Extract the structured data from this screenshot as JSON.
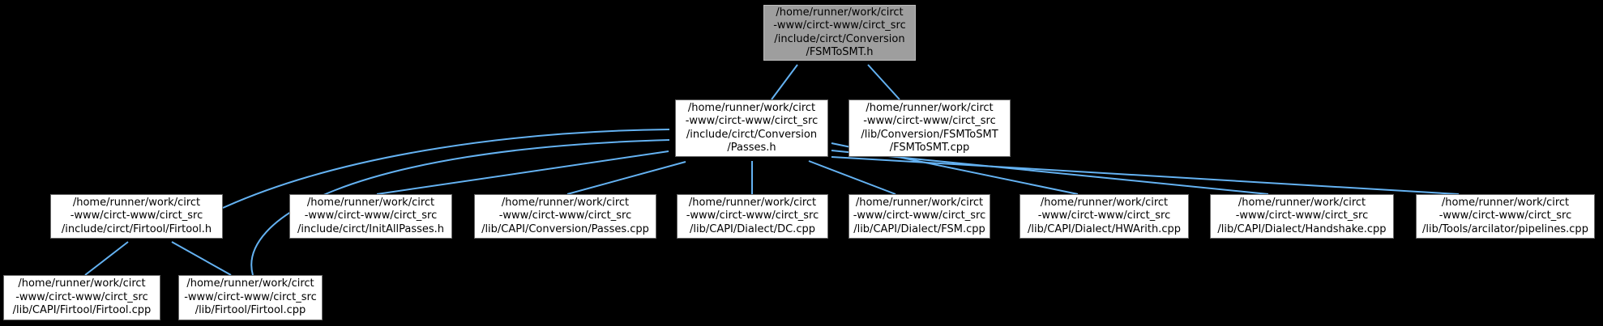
{
  "diagram": {
    "title": "FSMToSMT.h included-by dependency graph",
    "type": "include-dependency-graph",
    "root_id": "fsmtosmt_h",
    "colors": {
      "background": "#000000",
      "edge": "#64b2f2",
      "node_fill": "#ffffff",
      "node_border": "#696969",
      "root_fill": "#9e9e9e",
      "root_border": "#bdbdbd",
      "text": "#000000"
    },
    "nodes": [
      {
        "id": "fsmtosmt_h",
        "root": true,
        "lines": [
          "/home/runner/work/circt",
          "-www/circt-www/circt_src",
          "/include/circt/Conversion",
          "/FSMToSMT.h"
        ]
      },
      {
        "id": "passes_h",
        "root": false,
        "lines": [
          "/home/runner/work/circt",
          "-www/circt-www/circt_src",
          "/include/circt/Conversion",
          "/Passes.h"
        ]
      },
      {
        "id": "fsmtosmt_cpp",
        "root": false,
        "lines": [
          "/home/runner/work/circt",
          "-www/circt-www/circt_src",
          "/lib/Conversion/FSMToSMT",
          "/FSMToSMT.cpp"
        ]
      },
      {
        "id": "firtool_h",
        "root": false,
        "lines": [
          "/home/runner/work/circt",
          "-www/circt-www/circt_src",
          "/include/circt/Firtool/Firtool.h"
        ]
      },
      {
        "id": "initallpasses_h",
        "root": false,
        "lines": [
          "/home/runner/work/circt",
          "-www/circt-www/circt_src",
          "/include/circt/InitAllPasses.h"
        ]
      },
      {
        "id": "capi_conversion_passes_cpp",
        "root": false,
        "lines": [
          "/home/runner/work/circt",
          "-www/circt-www/circt_src",
          "/lib/CAPI/Conversion/Passes.cpp"
        ]
      },
      {
        "id": "capi_dialect_dc_cpp",
        "root": false,
        "lines": [
          "/home/runner/work/circt",
          "-www/circt-www/circt_src",
          "/lib/CAPI/Dialect/DC.cpp"
        ]
      },
      {
        "id": "capi_dialect_fsm_cpp",
        "root": false,
        "lines": [
          "/home/runner/work/circt",
          "-www/circt-www/circt_src",
          "/lib/CAPI/Dialect/FSM.cpp"
        ]
      },
      {
        "id": "capi_dialect_hwarith_cpp",
        "root": false,
        "lines": [
          "/home/runner/work/circt",
          "-www/circt-www/circt_src",
          "/lib/CAPI/Dialect/HWArith.cpp"
        ]
      },
      {
        "id": "capi_dialect_handshake_cpp",
        "root": false,
        "lines": [
          "/home/runner/work/circt",
          "-www/circt-www/circt_src",
          "/lib/CAPI/Dialect/Handshake.cpp"
        ]
      },
      {
        "id": "tools_arcilator_pipelines_cpp",
        "root": false,
        "lines": [
          "/home/runner/work/circt",
          "-www/circt-www/circt_src",
          "/lib/Tools/arcilator/pipelines.cpp"
        ]
      },
      {
        "id": "capi_firtool_firtool_cpp",
        "root": false,
        "lines": [
          "/home/runner/work/circt",
          "-www/circt-www/circt_src",
          "/lib/CAPI/Firtool/Firtool.cpp"
        ]
      },
      {
        "id": "lib_firtool_firtool_cpp",
        "root": false,
        "lines": [
          "/home/runner/work/circt",
          "-www/circt-www/circt_src",
          "/lib/Firtool/Firtool.cpp"
        ]
      }
    ],
    "edges": [
      {
        "from": "passes_h",
        "to": "fsmtosmt_h"
      },
      {
        "from": "fsmtosmt_cpp",
        "to": "fsmtosmt_h"
      },
      {
        "from": "firtool_h",
        "to": "passes_h"
      },
      {
        "from": "lib_firtool_firtool_cpp",
        "to": "passes_h"
      },
      {
        "from": "initallpasses_h",
        "to": "passes_h"
      },
      {
        "from": "capi_conversion_passes_cpp",
        "to": "passes_h"
      },
      {
        "from": "capi_dialect_dc_cpp",
        "to": "passes_h"
      },
      {
        "from": "capi_dialect_fsm_cpp",
        "to": "passes_h"
      },
      {
        "from": "capi_dialect_hwarith_cpp",
        "to": "passes_h"
      },
      {
        "from": "capi_dialect_handshake_cpp",
        "to": "passes_h"
      },
      {
        "from": "tools_arcilator_pipelines_cpp",
        "to": "passes_h"
      },
      {
        "from": "capi_firtool_firtool_cpp",
        "to": "firtool_h"
      },
      {
        "from": "lib_firtool_firtool_cpp",
        "to": "firtool_h"
      }
    ]
  }
}
